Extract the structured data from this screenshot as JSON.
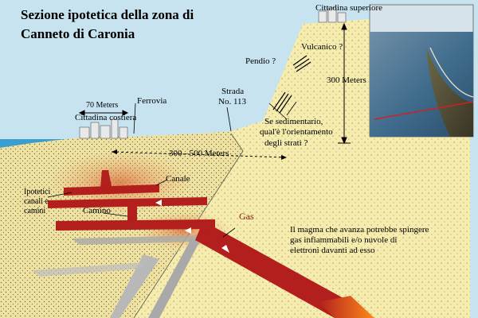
{
  "title_line1": "Sezione ipotetica della zona di",
  "title_line2": "Canneto di Caronia",
  "labels": {
    "cittadina_superiore": "Cittadina superiore",
    "vulcanico": "Vulcanico ?",
    "pendio": "Pendio ?",
    "height_300": "300 Meters",
    "ferrovia": "Ferrovia",
    "meters_70": "70 Meters",
    "cittadina_costiera": "Cittadina costiera",
    "strada_1": "Strada",
    "strada_2": "No. 113",
    "sedimentario_1": "Se sedimentario,",
    "sedimentario_2": "qual'è l'orientamento",
    "sedimentario_3": "degli strati ?",
    "distance_300_500": "300 - 500 Meters",
    "canale": "Canale",
    "ipotetici_1": "Ipotetici",
    "ipotetici_2": "canali e",
    "ipotetici_3": "camini",
    "camino": "Camino",
    "gas": "Gas",
    "magma_1": "Il magma che avanza potrebbe spingere",
    "magma_2": "gas infiammabili e/o nuvole di",
    "magma_3": "elettroni davanti ad esso"
  },
  "colors": {
    "sky": "#c7e3ef",
    "sea": "#3a9ed1",
    "cliff": "#f7efab",
    "sediment": "#eadc93",
    "magma": "#b21f1d",
    "magma_hot": "#ff8a1a",
    "rock": "#a9a9a9"
  }
}
